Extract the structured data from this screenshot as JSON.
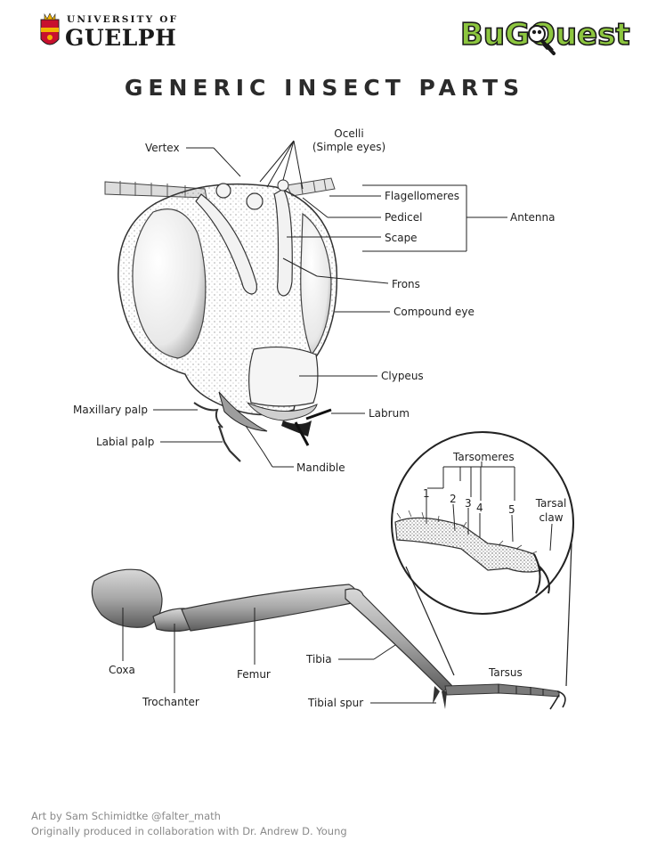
{
  "header": {
    "university_small": "UNIVERSITY OF",
    "university_big": "GUELPH",
    "brand_logo": "BugQuest",
    "title": "GENERIC INSECT PARTS"
  },
  "head_labels": {
    "vertex": "Vertex",
    "ocelli": "Ocelli",
    "ocelli_sub": "(Simple eyes)",
    "flagellomeres": "Flagellomeres",
    "pedicel": "Pedicel",
    "scape": "Scape",
    "antenna": "Antenna",
    "frons": "Frons",
    "compound_eye": "Compound eye",
    "clypeus": "Clypeus",
    "maxillary_palp": "Maxillary palp",
    "labrum": "Labrum",
    "labial_palp": "Labial palp",
    "mandible": "Mandible"
  },
  "tarsus_inset": {
    "tarsomeres": "Tarsomeres",
    "numbers": [
      "1",
      "2",
      "3",
      "4",
      "5"
    ],
    "tarsal_claw_1": "Tarsal",
    "tarsal_claw_2": "claw"
  },
  "leg_labels": {
    "coxa": "Coxa",
    "femur": "Femur",
    "tibia": "Tibia",
    "tarsus": "Tarsus",
    "trochanter": "Trochanter",
    "tibial_spur": "Tibial spur"
  },
  "credits": {
    "line1": "Art by Sam Schimidtke @falter_math",
    "line2": "Originally produced in collaboration with Dr. Andrew D. Young"
  },
  "colors": {
    "brand_green": "#8dc63f",
    "guelph_red": "#c8102e",
    "guelph_gold": "#f2b300"
  }
}
